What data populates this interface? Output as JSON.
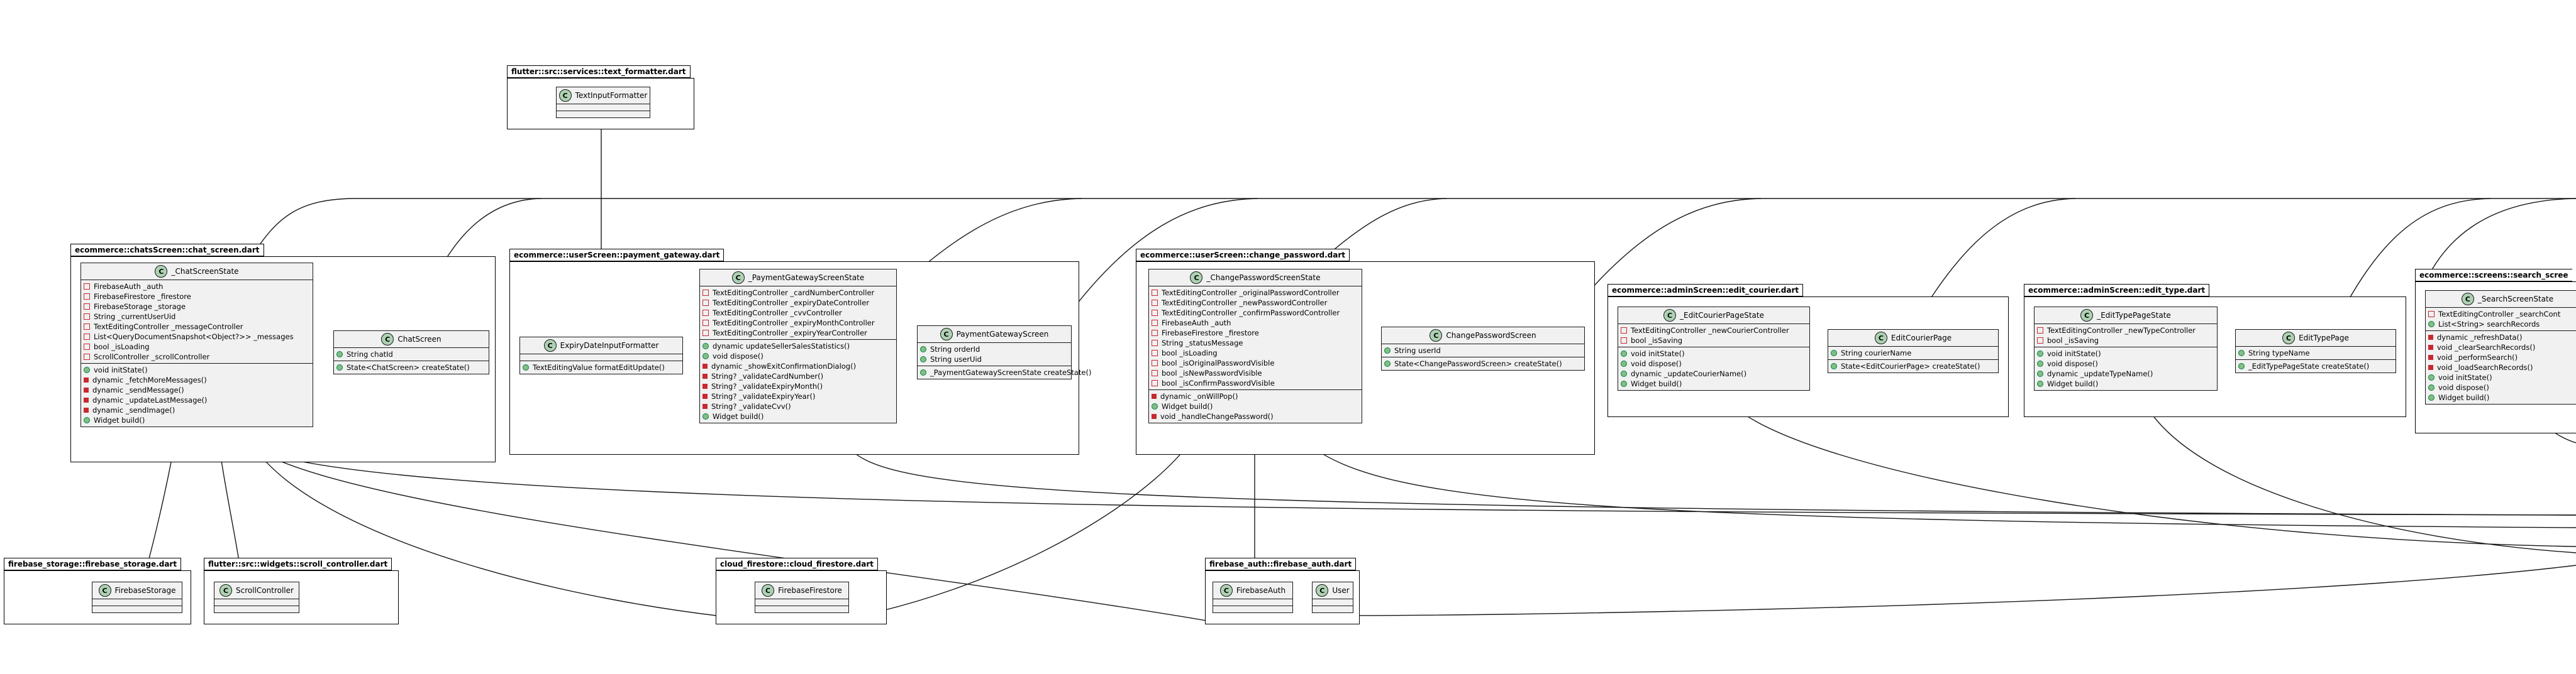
{
  "classes": {
    "text_input_formatter": {
      "name": "TextInputFormatter",
      "fields": [],
      "methods": []
    },
    "chat_screen_state": {
      "name": "_ChatScreenState",
      "fields": [
        {
          "vis": "priv",
          "text": "FirebaseAuth _auth"
        },
        {
          "vis": "priv",
          "text": "FirebaseFirestore _firestore"
        },
        {
          "vis": "priv",
          "text": "FirebaseStorage _storage"
        },
        {
          "vis": "priv",
          "text": "String _currentUserUid"
        },
        {
          "vis": "priv",
          "text": "TextEditingController _messageController"
        },
        {
          "vis": "priv",
          "text": "List<QueryDocumentSnapshot<Object?>> _messages"
        },
        {
          "vis": "priv",
          "text": "bool _isLoading"
        },
        {
          "vis": "priv",
          "text": "ScrollController _scrollController"
        }
      ],
      "methods": [
        {
          "vis": "pub",
          "text": "void initState()"
        },
        {
          "vis": "privm",
          "text": "dynamic _fetchMoreMessages()"
        },
        {
          "vis": "privm",
          "text": "dynamic _sendMessage()"
        },
        {
          "vis": "privm",
          "text": "dynamic _updateLastMessage()"
        },
        {
          "vis": "privm",
          "text": "dynamic _sendImage()"
        },
        {
          "vis": "pub",
          "text": "Widget build()"
        }
      ]
    },
    "chat_screen": {
      "name": "ChatScreen",
      "fields": [
        {
          "vis": "pub",
          "text": "String chatId"
        }
      ],
      "methods": [
        {
          "vis": "pub",
          "text": "State<ChatScreen> createState()"
        }
      ]
    },
    "expiry_formatter": {
      "name": "ExpiryDateInputFormatter",
      "fields": [],
      "methods": [
        {
          "vis": "pub",
          "text": "TextEditingValue formatEditUpdate()"
        }
      ]
    },
    "payment_state": {
      "name": "_PaymentGatewayScreenState",
      "fields": [
        {
          "vis": "priv",
          "text": "TextEditingController _cardNumberController"
        },
        {
          "vis": "priv",
          "text": "TextEditingController _expiryDateController"
        },
        {
          "vis": "priv",
          "text": "TextEditingController _cvvController"
        },
        {
          "vis": "priv",
          "text": "TextEditingController _expiryMonthController"
        },
        {
          "vis": "priv",
          "text": "TextEditingController _expiryYearController"
        }
      ],
      "methods": [
        {
          "vis": "pub",
          "text": "dynamic updateSellerSalesStatistics()"
        },
        {
          "vis": "pub",
          "text": "void dispose()"
        },
        {
          "vis": "privm",
          "text": "dynamic _showExitConfirmationDialog()"
        },
        {
          "vis": "privm",
          "text": "String? _validateCardNumber()"
        },
        {
          "vis": "privm",
          "text": "String? _validateExpiryMonth()"
        },
        {
          "vis": "privm",
          "text": "String? _validateExpiryYear()"
        },
        {
          "vis": "privm",
          "text": "String? _validateCvv()"
        },
        {
          "vis": "pub",
          "text": "Widget build()"
        }
      ]
    },
    "payment_screen": {
      "name": "PaymentGatewayScreen",
      "fields": [
        {
          "vis": "pub",
          "text": "String orderId"
        },
        {
          "vis": "pub",
          "text": "String userUid"
        }
      ],
      "methods": [
        {
          "vis": "pub",
          "text": "_PaymentGatewayScreenState createState()"
        }
      ]
    },
    "change_pw_state": {
      "name": "_ChangePasswordScreenState",
      "fields": [
        {
          "vis": "priv",
          "text": "TextEditingController _originalPasswordController"
        },
        {
          "vis": "priv",
          "text": "TextEditingController _newPasswordController"
        },
        {
          "vis": "priv",
          "text": "TextEditingController _confirmPasswordController"
        },
        {
          "vis": "priv",
          "text": "FirebaseAuth _auth"
        },
        {
          "vis": "priv",
          "text": "FirebaseFirestore _firestore"
        },
        {
          "vis": "priv",
          "text": "String _statusMessage"
        },
        {
          "vis": "priv",
          "text": "bool _isLoading"
        },
        {
          "vis": "priv",
          "text": "bool _isOriginalPasswordVisible"
        },
        {
          "vis": "priv",
          "text": "bool _isNewPasswordVisible"
        },
        {
          "vis": "priv",
          "text": "bool _isConfirmPasswordVisible"
        }
      ],
      "methods": [
        {
          "vis": "privm",
          "text": "dynamic _onWillPop()"
        },
        {
          "vis": "pub",
          "text": "Widget build()"
        },
        {
          "vis": "privm",
          "text": "void _handleChangePassword()"
        }
      ]
    },
    "change_pw_screen": {
      "name": "ChangePasswordScreen",
      "fields": [
        {
          "vis": "pub",
          "text": "String userId"
        }
      ],
      "methods": [
        {
          "vis": "pub",
          "text": "State<ChangePasswordScreen> createState()"
        }
      ]
    },
    "edit_courier_state": {
      "name": "_EditCourierPageState",
      "fields": [
        {
          "vis": "priv",
          "text": "TextEditingController _newCourierController"
        },
        {
          "vis": "priv",
          "text": "bool _isSaving"
        }
      ],
      "methods": [
        {
          "vis": "pub",
          "text": "void initState()"
        },
        {
          "vis": "pub",
          "text": "void dispose()"
        },
        {
          "vis": "pub",
          "text": "dynamic _updateCourierName()"
        },
        {
          "vis": "pub",
          "text": "Widget build()"
        }
      ]
    },
    "edit_courier_page": {
      "name": "EditCourierPage",
      "fields": [
        {
          "vis": "pub",
          "text": "String courierName"
        }
      ],
      "methods": [
        {
          "vis": "pub",
          "text": "State<EditCourierPage> createState()"
        }
      ]
    },
    "edit_type_state": {
      "name": "_EditTypePageState",
      "fields": [
        {
          "vis": "priv",
          "text": "TextEditingController _newTypeController"
        },
        {
          "vis": "priv",
          "text": "bool _isSaving"
        }
      ],
      "methods": [
        {
          "vis": "pub",
          "text": "void initState()"
        },
        {
          "vis": "pub",
          "text": "void dispose()"
        },
        {
          "vis": "pub",
          "text": "dynamic _updateTypeName()"
        },
        {
          "vis": "pub",
          "text": "Widget build()"
        }
      ]
    },
    "edit_type_page": {
      "name": "EditTypePage",
      "fields": [
        {
          "vis": "pub",
          "text": "String typeName"
        }
      ],
      "methods": [
        {
          "vis": "pub",
          "text": "_EditTypePageState createState()"
        }
      ]
    },
    "search_state": {
      "name": "_SearchScreenState",
      "fields": [
        {
          "vis": "priv",
          "text": "TextEditingController _searchCont"
        },
        {
          "vis": "pub",
          "text": "List<String> searchRecords"
        }
      ],
      "methods": [
        {
          "vis": "privm",
          "text": "dynamic _refreshData()"
        },
        {
          "vis": "privm",
          "text": "void _clearSearchRecords()"
        },
        {
          "vis": "privm",
          "text": "void _performSearch()"
        },
        {
          "vis": "privm",
          "text": "void _loadSearchRecords()"
        },
        {
          "vis": "pub",
          "text": "void initState()"
        },
        {
          "vis": "pub",
          "text": "void dispose()"
        },
        {
          "vis": "pub",
          "text": "Widget build()"
        }
      ]
    },
    "firebase_storage": {
      "name": "FirebaseStorage",
      "fields": [],
      "methods": []
    },
    "scroll_controller": {
      "name": "ScrollController",
      "fields": [],
      "methods": []
    },
    "firebase_firestore": {
      "name": "FirebaseFirestore",
      "fields": [],
      "methods": []
    },
    "firebase_auth": {
      "name": "FirebaseAuth",
      "fields": [],
      "methods": []
    },
    "user": {
      "name": "User",
      "fields": [],
      "methods": []
    }
  },
  "packages": {
    "text_formatter": "flutter::src::services::text_formatter.dart",
    "chat_screen": "ecommerce::chatsScreen::chat_screen.dart",
    "payment_gateway": "ecommerce::userScreen::payment_gateway.dart",
    "change_password": "ecommerce::userScreen::change_password.dart",
    "edit_courier": "ecommerce::adminScreen::edit_courier.dart",
    "edit_type": "ecommerce::adminScreen::edit_type.dart",
    "search_screen": "ecommerce::screens::search_scree",
    "firebase_storage": "firebase_storage::firebase_storage.dart",
    "scroll_controller": "flutter::src::widgets::scroll_controller.dart",
    "cloud_firestore": "cloud_firestore::cloud_firestore.dart",
    "firebase_auth": "firebase_auth::firebase_auth.dart"
  },
  "badge_letter": "C",
  "colors": {
    "class_fill": "#f1f1f1",
    "badge": "#add1b2",
    "private_marker": "#c82930",
    "public_marker": "#84be84"
  }
}
